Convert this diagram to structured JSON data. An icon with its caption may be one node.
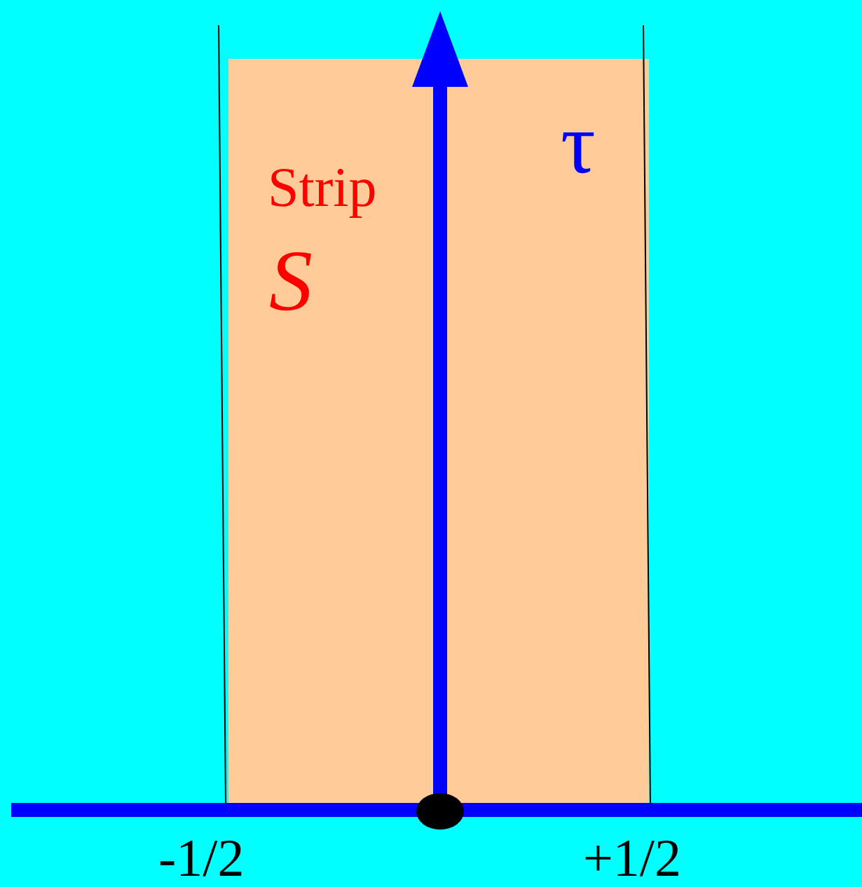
{
  "diagram": {
    "labels": [
      "τ",
      "Strip",
      "S",
      "-1/2",
      "+1/2"
    ]
  }
}
